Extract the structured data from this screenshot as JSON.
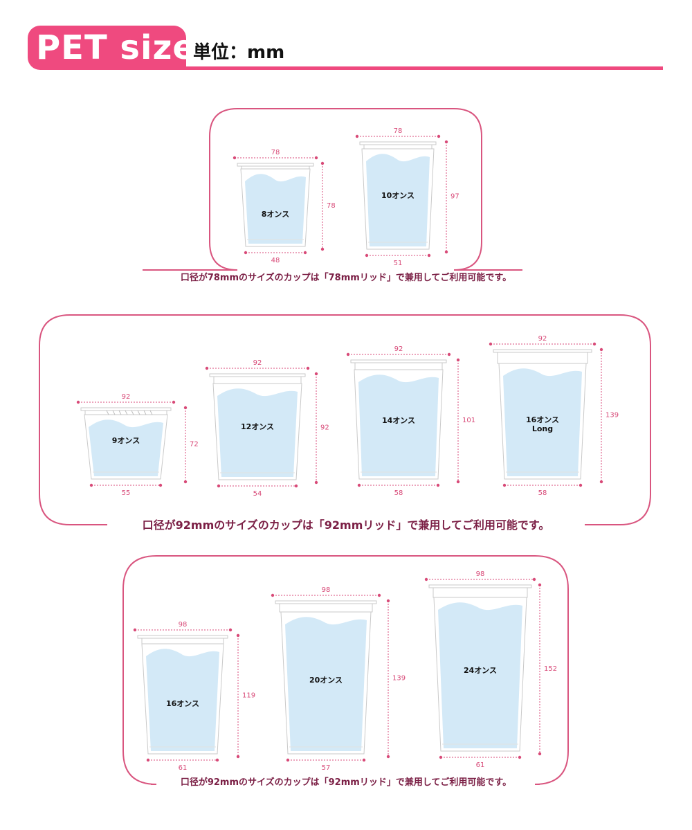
{
  "header": {
    "title": "PET size",
    "unit": "単位：mm",
    "accent_color": "#ef4a7f"
  },
  "groups": [
    {
      "note": "口径が78mmのサイズのカップは「78mmリッド」で兼用してご利用可能です。",
      "cups": [
        {
          "name": "8オンス",
          "top": "78",
          "bottom": "48",
          "height": "78"
        },
        {
          "name": "10オンス",
          "top": "78",
          "bottom": "51",
          "height": "97"
        }
      ]
    },
    {
      "note": "口径が92mmのサイズのカップは「92mmリッド」で兼用してご利用可能です。",
      "cups": [
        {
          "name": "9オンス",
          "top": "92",
          "bottom": "55",
          "height": "72"
        },
        {
          "name": "12オンス",
          "top": "92",
          "bottom": "54",
          "height": "92"
        },
        {
          "name": "14オンス",
          "top": "92",
          "bottom": "58",
          "height": "101"
        },
        {
          "name": "16オンス",
          "sub": "Long",
          "top": "92",
          "bottom": "58",
          "height": "139"
        }
      ]
    },
    {
      "note": "口径が92mmのサイズのカップは「92mmリッド」で兼用してご利用可能です。",
      "cups": [
        {
          "name": "16オンス",
          "top": "98",
          "bottom": "61",
          "height": "119"
        },
        {
          "name": "20オンス",
          "top": "98",
          "bottom": "57",
          "height": "139"
        },
        {
          "name": "24オンス",
          "top": "98",
          "bottom": "61",
          "height": "152"
        }
      ]
    }
  ]
}
